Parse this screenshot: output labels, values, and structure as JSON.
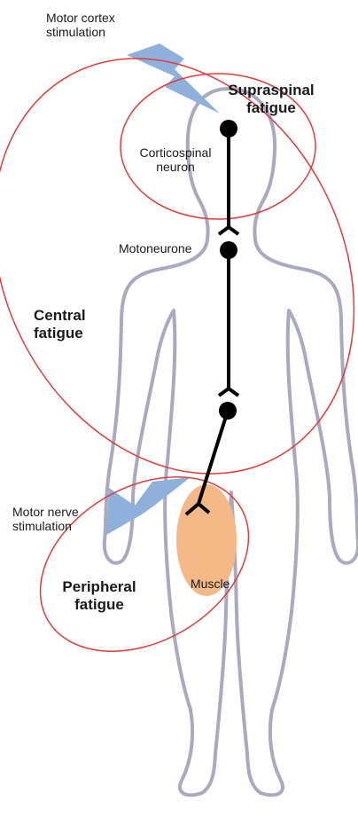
{
  "labels": {
    "motor_cortex_stimulation": [
      "Motor cortex",
      "stimulation"
    ],
    "supraspinal_fatigue": [
      "Supraspinal",
      "fatigue"
    ],
    "corticospinal_neuron": [
      "Corticospinal",
      "neuron"
    ],
    "motoneurone": "Motoneurone",
    "central_fatigue": [
      "Central",
      "fatigue"
    ],
    "motor_nerve_stimulation": [
      "Motor nerve",
      "stimulation"
    ],
    "muscle": "Muscle",
    "peripheral_fatigue": [
      "Peripheral",
      "fatigue"
    ]
  },
  "colors": {
    "body_outline": "#a9a9bf",
    "pathway": "#000000",
    "fatigue_ellipses": "#e03c3c",
    "stimulation_bolts": "#8fb0da",
    "muscle": "#f4b987"
  }
}
